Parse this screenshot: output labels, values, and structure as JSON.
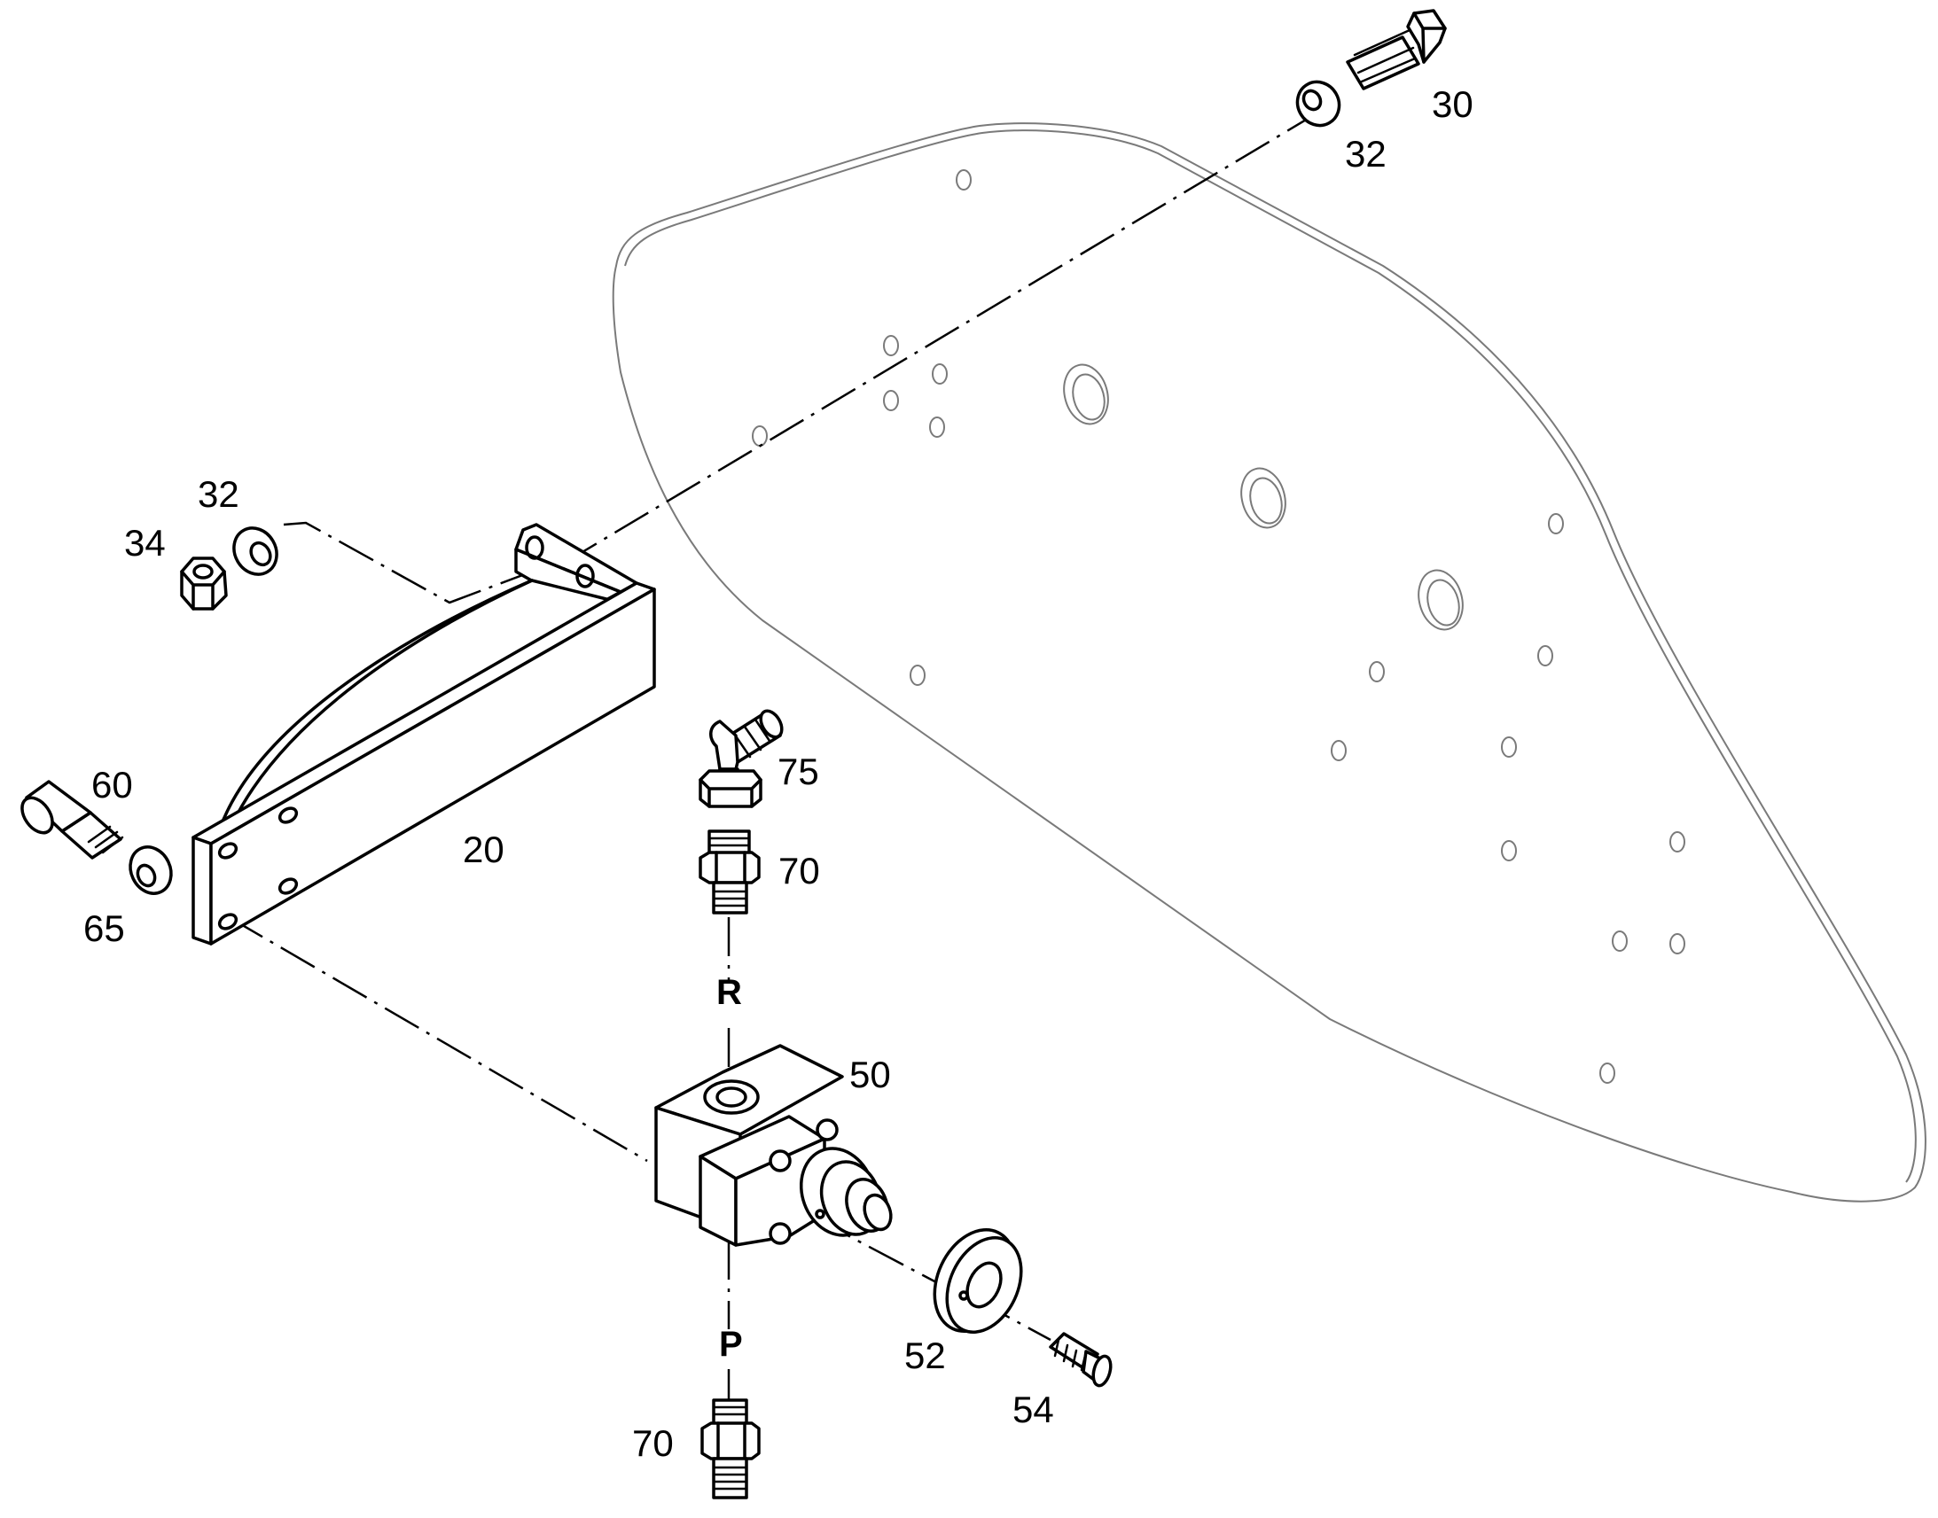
{
  "labels": {
    "p30": "30",
    "p32_top": "32",
    "p32_left": "32",
    "p34": "34",
    "p20": "20",
    "p60": "60",
    "p65": "65",
    "p75": "75",
    "p70_top": "70",
    "p50": "50",
    "p52": "52",
    "p54": "54",
    "p70_bottom": "70"
  },
  "ports": {
    "r": "R",
    "p": "P"
  }
}
